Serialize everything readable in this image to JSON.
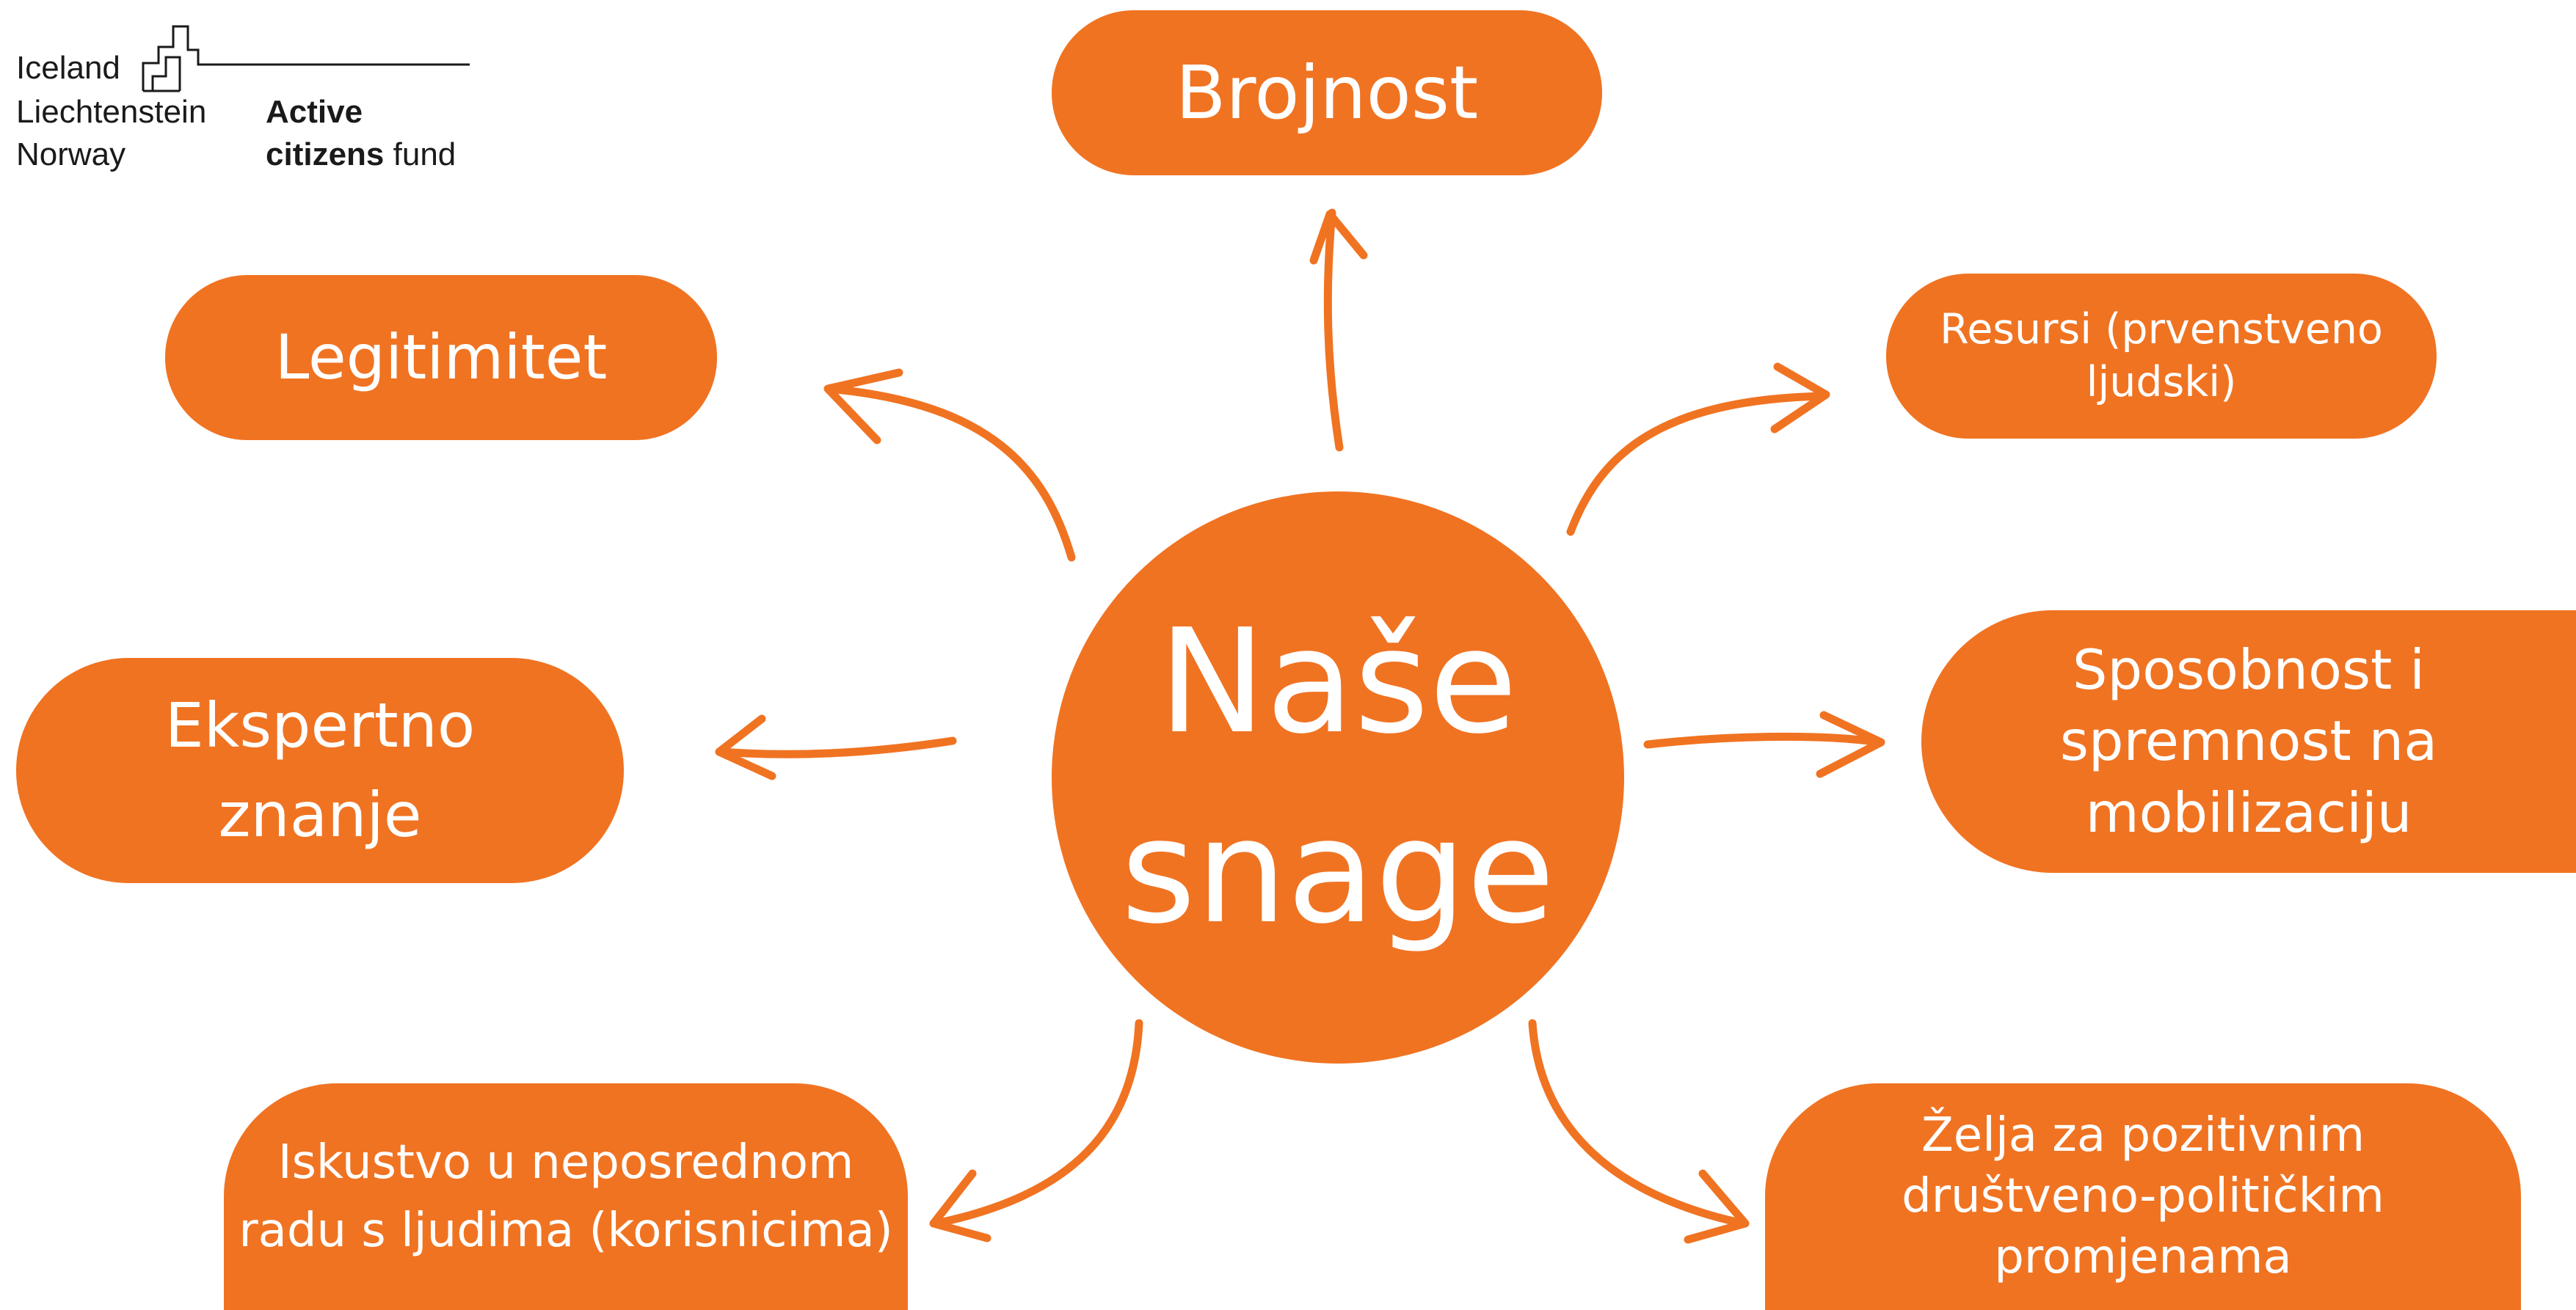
{
  "colors": {
    "accent": "#F07322",
    "text_on_accent": "#FFFFFF",
    "logo_text": "#1A1A1A"
  },
  "logo": {
    "countries": [
      "Iceland",
      "Liechtenstein",
      "Norway"
    ],
    "fund_line1": "Active",
    "fund_line2_bold": "citizens",
    "fund_line2_regular": "fund"
  },
  "center": {
    "line1": "Naše",
    "line2": "snage"
  },
  "nodes": {
    "brojnost": "Brojnost",
    "legitimitet": "Legitimitet",
    "resursi": {
      "line1": "Resursi (prvenstveno",
      "line2": "ljudski)"
    },
    "ekspertno": {
      "line1": "Ekspertno",
      "line2": "znanje"
    },
    "sposobnost": {
      "line1": "Sposobnost i",
      "line2": "spremnost na",
      "line3": "mobilizaciju"
    },
    "iskustvo": {
      "line1": "Iskustvo u neposrednom",
      "line2": "radu s ljudima (korisnicima)"
    },
    "zelja": {
      "line1": "Želja za pozitivnim",
      "line2": "društveno-političkim",
      "line3": "promjenama"
    }
  }
}
